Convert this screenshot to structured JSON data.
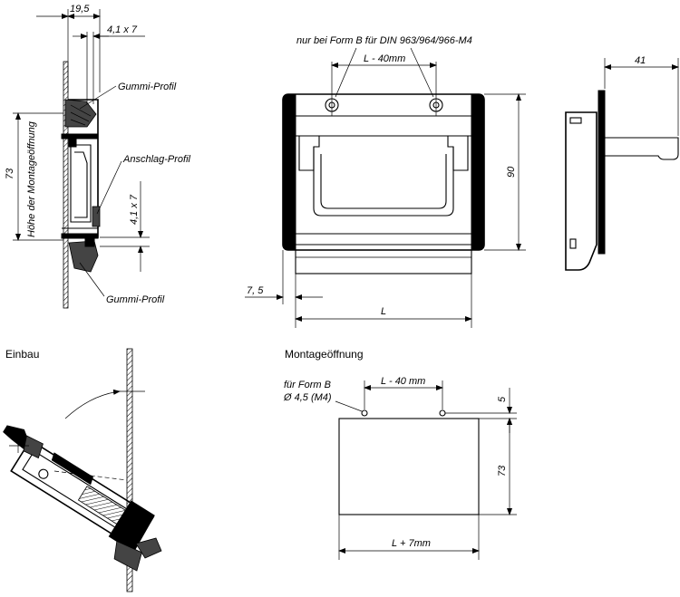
{
  "side_view": {
    "dim_width": "19,5",
    "dim_profile_top": "4,1 x 7",
    "dim_profile_side": "4,1 x 7",
    "dim_height": "73",
    "label_opening_height": "Höhe der Montageöffnung",
    "label_rubber_top": "Gummi-Profil",
    "label_stop_profile": "Anschlag-Profil",
    "label_rubber_bottom": "Gummi-Profil"
  },
  "front_view": {
    "note_form_b": "nur bei Form B für DIN 963/964/966-M4",
    "dim_hole_spacing": "L - 40mm",
    "dim_height": "90",
    "dim_offset": "7, 5",
    "dim_length": "L"
  },
  "right_view": {
    "dim_depth": "41"
  },
  "installation": {
    "title": "Einbau"
  },
  "mounting_opening": {
    "title": "Montageöffnung",
    "label_form_b": "für Form B",
    "label_hole_dia": "Ø 4,5 (M4)",
    "dim_hole_spacing": "L - 40 mm",
    "dim_hole_offset": "5",
    "dim_height": "73",
    "dim_width": "L + 7mm"
  }
}
